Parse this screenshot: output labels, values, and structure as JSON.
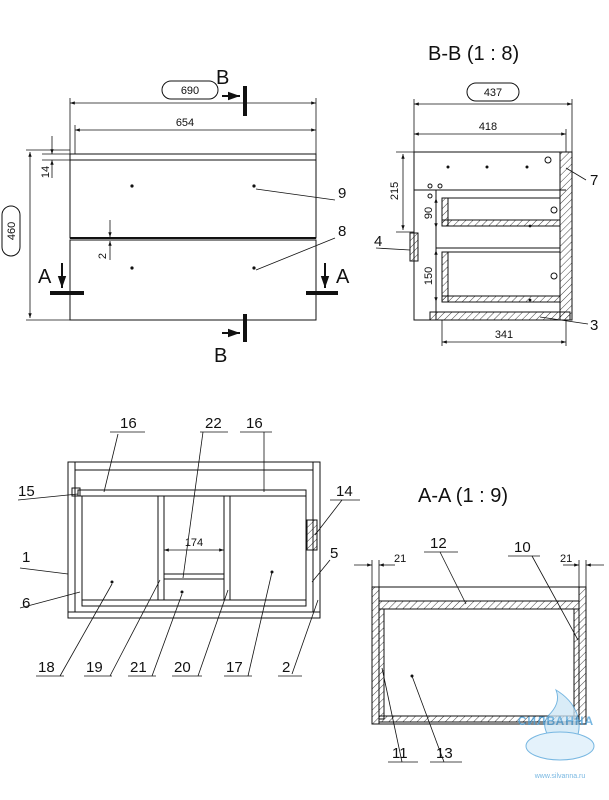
{
  "views": {
    "front": {
      "dims": {
        "boxed_width": "690",
        "width": "654",
        "height_total": "460",
        "top_rail": "14",
        "gap": "2"
      },
      "section_markers": {
        "b_top": "B",
        "b_bottom": "B",
        "a_left": "A",
        "a_right": "A"
      },
      "callouts": {
        "c9": "9",
        "c8": "8"
      }
    },
    "section_bb": {
      "title": "B-B (1 : 8)",
      "dims": {
        "boxed_width": "437",
        "width": "418",
        "h215": "215",
        "h90": "90",
        "h150": "150",
        "w341": "341"
      },
      "callouts": {
        "c7": "7",
        "c4": "4",
        "c3": "3"
      }
    },
    "carcass": {
      "dims": {
        "inner_width": "174"
      },
      "callouts": {
        "c16a": "16",
        "c22": "22",
        "c16b": "16",
        "c15": "15",
        "c14": "14",
        "c1": "1",
        "c5": "5",
        "c6": "6",
        "c18": "18",
        "c19": "19",
        "c21": "21",
        "c20": "20",
        "c17": "17",
        "c2": "2"
      }
    },
    "section_aa": {
      "title": "A-A (1 : 9)",
      "dims": {
        "left": "21",
        "right": "21"
      },
      "callouts": {
        "c12": "12",
        "c10": "10",
        "c11": "11",
        "c13": "13"
      }
    }
  },
  "watermark": {
    "brand": "СИЛВАННА",
    "site": "www.silvanna.ru",
    "color": "#4a9fd8"
  }
}
